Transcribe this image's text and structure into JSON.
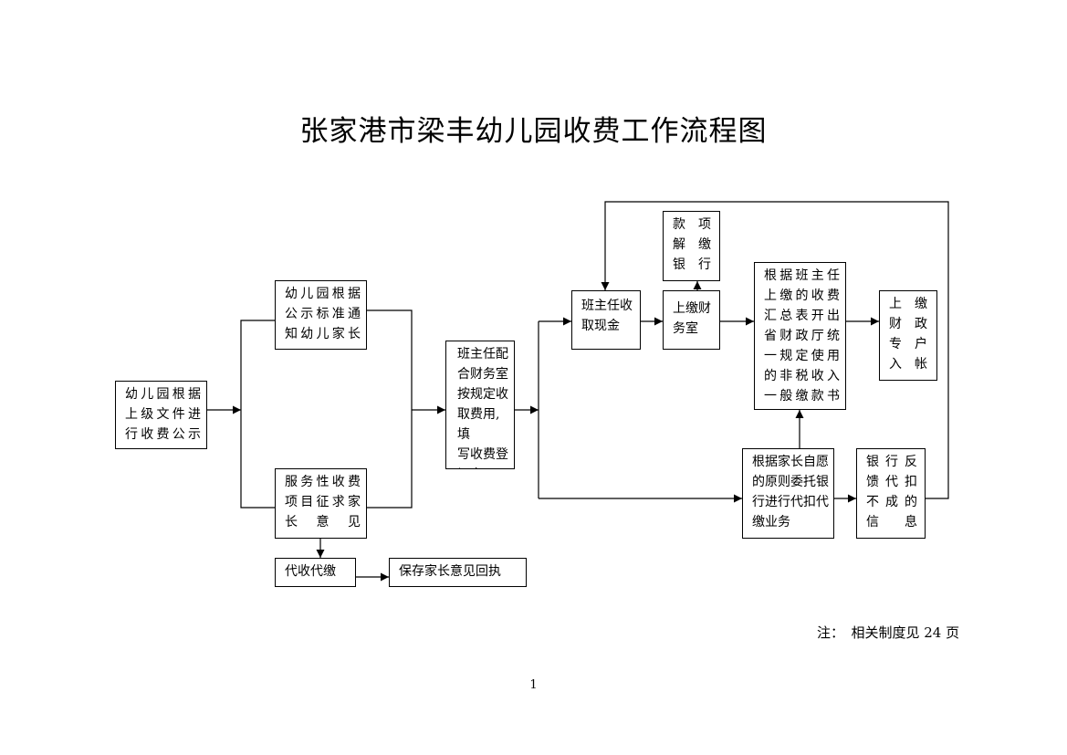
{
  "title": "张家港市梁丰幼儿园收费工作流程图",
  "boxes": {
    "start": "幼儿园根据\n上级文件进\n行收费公示",
    "notify": "幼儿园根据\n公示标准通\n知幼儿家长",
    "service": "服务性收费\n项目征求家\n长意见",
    "proxy": "代收代缴",
    "save": "保存家长意见回执",
    "teacher_finance": "班主任配\n合财务室\n按规定收\n取费用,填\n写收费登\n记卡",
    "teacher_cash": "班主任收\n取现金",
    "finance_room": "上缴财\n务室",
    "bank_deposit": "款　项\n解　缴\n银　行",
    "invoice": "根据班主任\n上缴的收费\n汇总表开出\n省财政厅统\n一规定使用\n的非税收入\n一般缴款书",
    "account": "上　缴\n财　政\n专　户\n入　帐",
    "bank_proxy": "根据家长自愿\n的原则委托银\n行进行代扣代\n缴业务",
    "bank_feedback": "银行反\n馈代扣\n不成的\n信息"
  },
  "note": "注：　相关制度见 24 页",
  "page_number": "1"
}
